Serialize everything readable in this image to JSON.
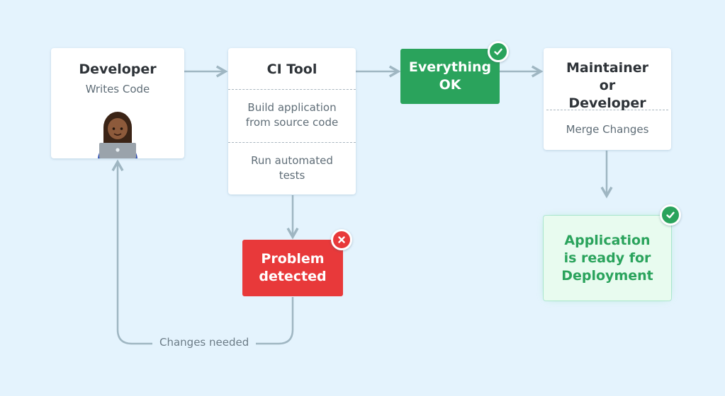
{
  "nodes": {
    "developer": {
      "title": "Developer",
      "subtitle": "Writes Code"
    },
    "ci_tool": {
      "title": "CI Tool",
      "steps": [
        "Build application from source code",
        "Run automated tests"
      ]
    },
    "everything_ok": {
      "label": "Everything OK"
    },
    "maintainer": {
      "title": "Maintainer or Developer",
      "subtitle": "Merge Changes"
    },
    "problem": {
      "label": "Problem detected"
    },
    "ready": {
      "label": "Application is ready for Deployment"
    }
  },
  "edges": {
    "changes_needed": "Changes needed"
  },
  "colors": {
    "background": "#e4f3fd",
    "connector": "#9fb6c2",
    "success": "#2aa35c",
    "success_light": "#e8fbef",
    "success_text": "#2aa35c",
    "danger": "#e8393a",
    "icons": [
      "developer-emoji-icon",
      "check-icon",
      "cross-icon"
    ]
  }
}
